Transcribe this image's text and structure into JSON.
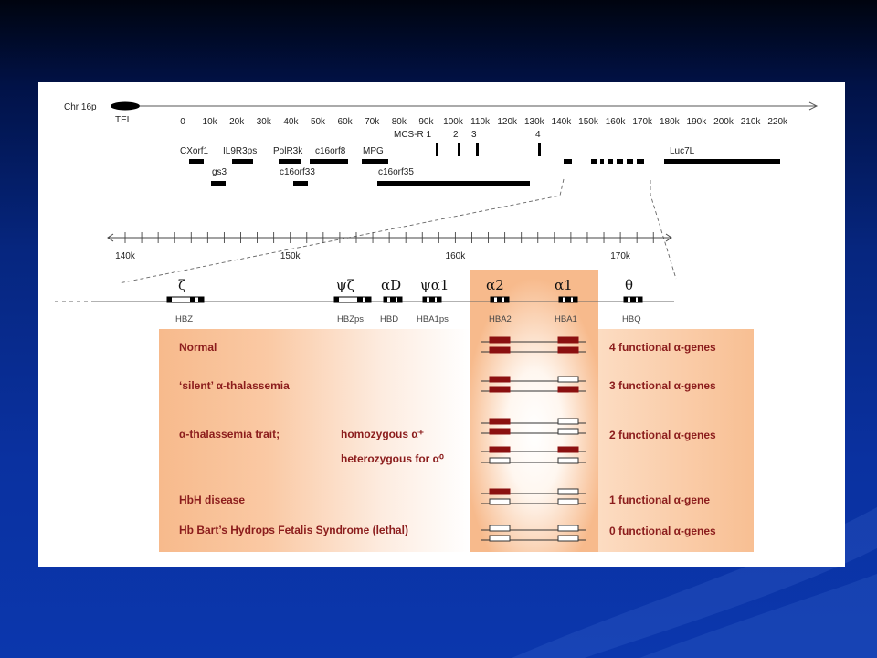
{
  "colors": {
    "functional_gene": "#8b1010",
    "condition_text": "#8b1c1c",
    "highlight_orange": "#f7ba8c",
    "slide_background": "#0a31a0"
  },
  "chromosome": {
    "label": "Chr 16p",
    "telomere_label": "TEL"
  },
  "overview_axis": {
    "tick_labels": [
      "0",
      "10k",
      "20k",
      "30k",
      "40k",
      "50k",
      "60k",
      "70k",
      "80k",
      "90k",
      "100k",
      "110k",
      "120k",
      "130k",
      "140k",
      "150k",
      "160k",
      "170k",
      "180k",
      "190k",
      "200k",
      "210k",
      "220k"
    ]
  },
  "regulatory_elements": {
    "labels": [
      "MCS-R 1",
      "2",
      "3",
      "4"
    ]
  },
  "flanking_genes_row1": [
    "CXorf1",
    "IL9R3ps",
    "PolR3k",
    "c16orf8",
    "MPG",
    "Luc7L"
  ],
  "flanking_genes_row2": [
    "gs3",
    "c16orf33",
    "c16orf35"
  ],
  "detail_axis": {
    "tick_labels": [
      "140k",
      "150k",
      "160k",
      "170k"
    ]
  },
  "globin_cluster": [
    {
      "symbol": "ζ",
      "gene": "HBZ"
    },
    {
      "symbol": "ψζ",
      "gene": "HBZps"
    },
    {
      "symbol": "αD",
      "gene": "HBD"
    },
    {
      "symbol": "ψα1",
      "gene": "HBA1ps"
    },
    {
      "symbol": "α2",
      "gene": "HBA2"
    },
    {
      "symbol": "α1",
      "gene": "HBA1"
    },
    {
      "symbol": "θ",
      "gene": "HBQ"
    }
  ],
  "genotypes": [
    {
      "condition": "Normal",
      "result": "4 functional α-genes",
      "alleles": [
        [
          true,
          true
        ],
        [
          true,
          true
        ]
      ]
    },
    {
      "condition": "‘silent’ α-thalassemia",
      "result": "3 functional α-genes",
      "alleles": [
        [
          true,
          false
        ],
        [
          true,
          true
        ]
      ]
    },
    {
      "condition": "α-thalassemia trait;",
      "genotype": "homozygous α⁺",
      "result": "2 functional α-genes",
      "alleles": [
        [
          true,
          false
        ],
        [
          true,
          false
        ]
      ]
    },
    {
      "genotype": "heterozygous for α⁰",
      "alleles": [
        [
          true,
          true
        ],
        [
          false,
          false
        ]
      ]
    },
    {
      "condition": "HbH disease",
      "result": "1 functional α-gene",
      "alleles": [
        [
          true,
          false
        ],
        [
          false,
          false
        ]
      ]
    },
    {
      "condition": "Hb Bart’s Hydrops Fetalis Syndrome (lethal)",
      "result": "0 functional α-genes",
      "alleles": [
        [
          false,
          false
        ],
        [
          false,
          false
        ]
      ]
    }
  ]
}
